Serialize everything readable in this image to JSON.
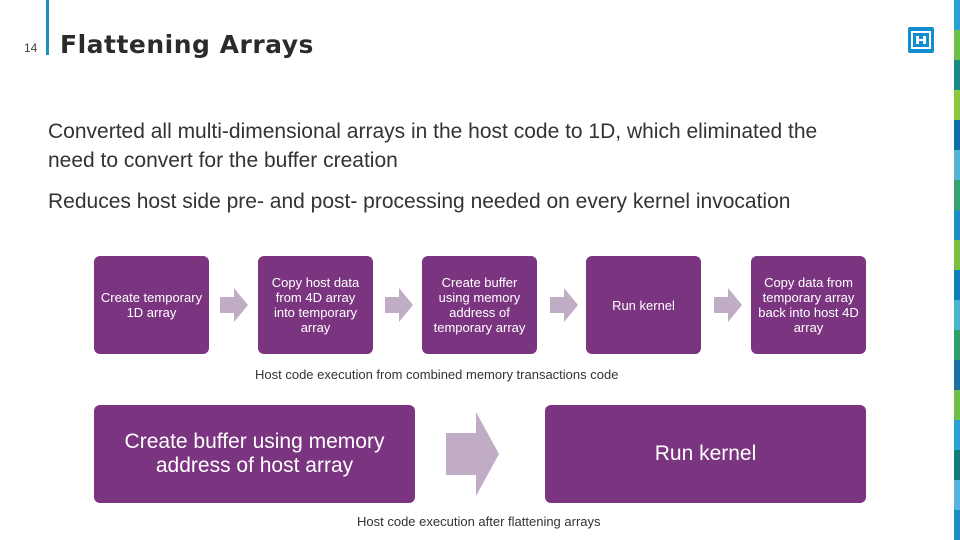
{
  "slide": {
    "number": "14",
    "title": "Flattening Arrays"
  },
  "bullets": [
    "Converted all multi-dimensional arrays in the host code to 1D, which eliminated the need to convert for the buffer creation",
    "Reduces host side pre- and post- processing needed on every kernel invocation"
  ],
  "flow_before": {
    "steps": [
      "Create temporary 1D array",
      "Copy host data from 4D array into temporary array",
      "Create buffer using memory address of temporary array",
      "Run kernel",
      "Copy data from temporary array back into host 4D array"
    ],
    "caption": "Host code execution from combined memory transactions code"
  },
  "flow_after": {
    "steps": [
      "Create buffer using memory address of host array",
      "Run kernel"
    ],
    "caption": "Host code execution after flattening arrays"
  },
  "colors": {
    "box": "#7b3580",
    "arrow": "#c0acc4",
    "accent": "#1d8fc4",
    "logo": "#0f8fd1"
  },
  "icons": {
    "logo": "institution-logo-icon"
  }
}
